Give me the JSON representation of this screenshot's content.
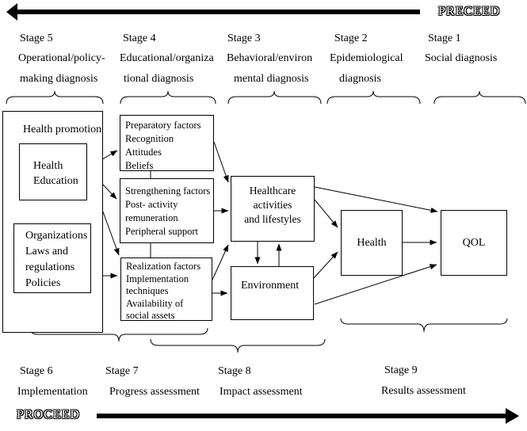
{
  "precede_label": "PRECEED",
  "proceed_label": "PROCEED",
  "top_stages": [
    {
      "name": "Stage 5",
      "line1": "Operational/policy-",
      "line2": "making diagnosis"
    },
    {
      "name": "Stage 4",
      "line1": "Educational/organiza",
      "line2": "tional diagnosis"
    },
    {
      "name": "Stage 3",
      "line1": "Behavioral/environ",
      "line2": "mental diagnosis"
    },
    {
      "name": "Stage 2",
      "line1": "Epidemiological",
      "line2": "diagnosis"
    },
    {
      "name": "Stage 1",
      "line1": "Social diagnosis",
      "line2": ""
    }
  ],
  "bottom_stages": [
    {
      "name": "Stage 6",
      "label": "Implementation"
    },
    {
      "name": "Stage 7",
      "label": "Progress assessment"
    },
    {
      "name": "Stage 8",
      "label": "Impact assessment"
    },
    {
      "name": "Stage 9",
      "label": "Results assessment"
    }
  ],
  "boxes": {
    "health_promotion": {
      "title": "Health promotion"
    },
    "health_education": {
      "lines": [
        "Health",
        "Education"
      ]
    },
    "organizations": {
      "lines": [
        "Organizations",
        "Laws and",
        "regulations",
        "Policies"
      ]
    },
    "preparatory": {
      "lines": [
        "Preparatory factors",
        "Recognition",
        "Attitudes",
        "Beliefs"
      ]
    },
    "strengthening": {
      "lines": [
        "Strengthening factors",
        "Post- activity",
        "remuneration",
        "Peripheral support"
      ]
    },
    "realization": {
      "lines": [
        "Realization factors",
        "Implementation",
        "techniques",
        "Availability of",
        "social assets"
      ]
    },
    "healthcare": {
      "lines": [
        "Healthcare",
        "activities",
        "and lifestyles"
      ]
    },
    "environment": {
      "label": "Environment"
    },
    "health": {
      "label": "Health"
    },
    "qol": {
      "label": "QOL"
    }
  }
}
